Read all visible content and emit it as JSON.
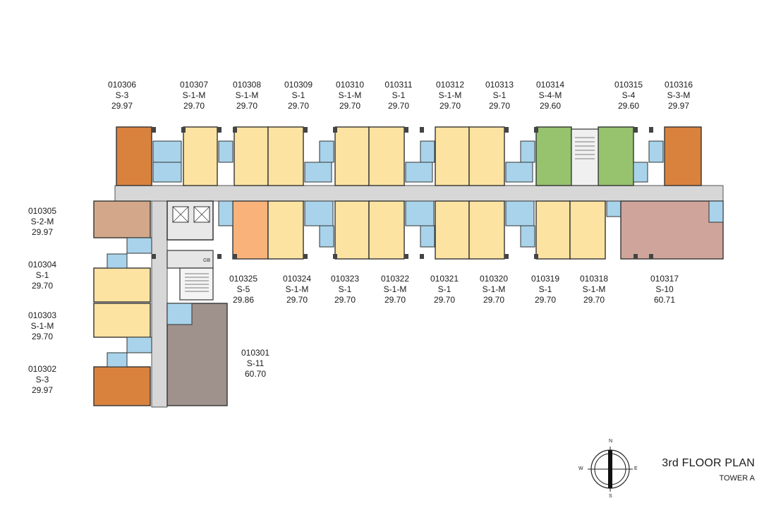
{
  "title": "3rd FLOOR PLAN",
  "subtitle": "TOWER A",
  "compass": {
    "n": "N",
    "s": "S",
    "e": "E",
    "w": "W"
  },
  "service_labels": {
    "garbage": "GB"
  },
  "colors": {
    "type_s1": "#fde3a1",
    "type_s3": "#d9823e",
    "type_s4": "#97c26e",
    "type_s2m": "#d3a88a",
    "type_s5": "#f9b27a",
    "type_s10": "#cfa59b",
    "type_s11": "#9f918c",
    "corridor": "#d7d7d7",
    "bathroom": "#a8d3ea",
    "wall": "#333333"
  },
  "units": [
    {
      "id": "010306",
      "type": "S-3",
      "area": "29.97"
    },
    {
      "id": "010307",
      "type": "S-1-M",
      "area": "29.70"
    },
    {
      "id": "010308",
      "type": "S-1-M",
      "area": "29.70"
    },
    {
      "id": "010309",
      "type": "S-1",
      "area": "29.70"
    },
    {
      "id": "010310",
      "type": "S-1-M",
      "area": "29.70"
    },
    {
      "id": "010311",
      "type": "S-1",
      "area": "29.70"
    },
    {
      "id": "010312",
      "type": "S-1-M",
      "area": "29.70"
    },
    {
      "id": "010313",
      "type": "S-1",
      "area": "29.70"
    },
    {
      "id": "010314",
      "type": "S-4-M",
      "area": "29.60"
    },
    {
      "id": "010315",
      "type": "S-4",
      "area": "29.60"
    },
    {
      "id": "010316",
      "type": "S-3-M",
      "area": "29.97"
    },
    {
      "id": "010305",
      "type": "S-2-M",
      "area": "29.97"
    },
    {
      "id": "010304",
      "type": "S-1",
      "area": "29.70"
    },
    {
      "id": "010303",
      "type": "S-1-M",
      "area": "29.70"
    },
    {
      "id": "010302",
      "type": "S-3",
      "area": "29.97"
    },
    {
      "id": "010325",
      "type": "S-5",
      "area": "29.86"
    },
    {
      "id": "010324",
      "type": "S-1-M",
      "area": "29.70"
    },
    {
      "id": "010323",
      "type": "S-1",
      "area": "29.70"
    },
    {
      "id": "010322",
      "type": "S-1-M",
      "area": "29.70"
    },
    {
      "id": "010321",
      "type": "S-1",
      "area": "29.70"
    },
    {
      "id": "010320",
      "type": "S-1-M",
      "area": "29.70"
    },
    {
      "id": "010319",
      "type": "S-1",
      "area": "29.70"
    },
    {
      "id": "010318",
      "type": "S-1-M",
      "area": "29.70"
    },
    {
      "id": "010317",
      "type": "S-10",
      "area": "60.71"
    },
    {
      "id": "010301",
      "type": "S-11",
      "area": "60.70"
    }
  ]
}
